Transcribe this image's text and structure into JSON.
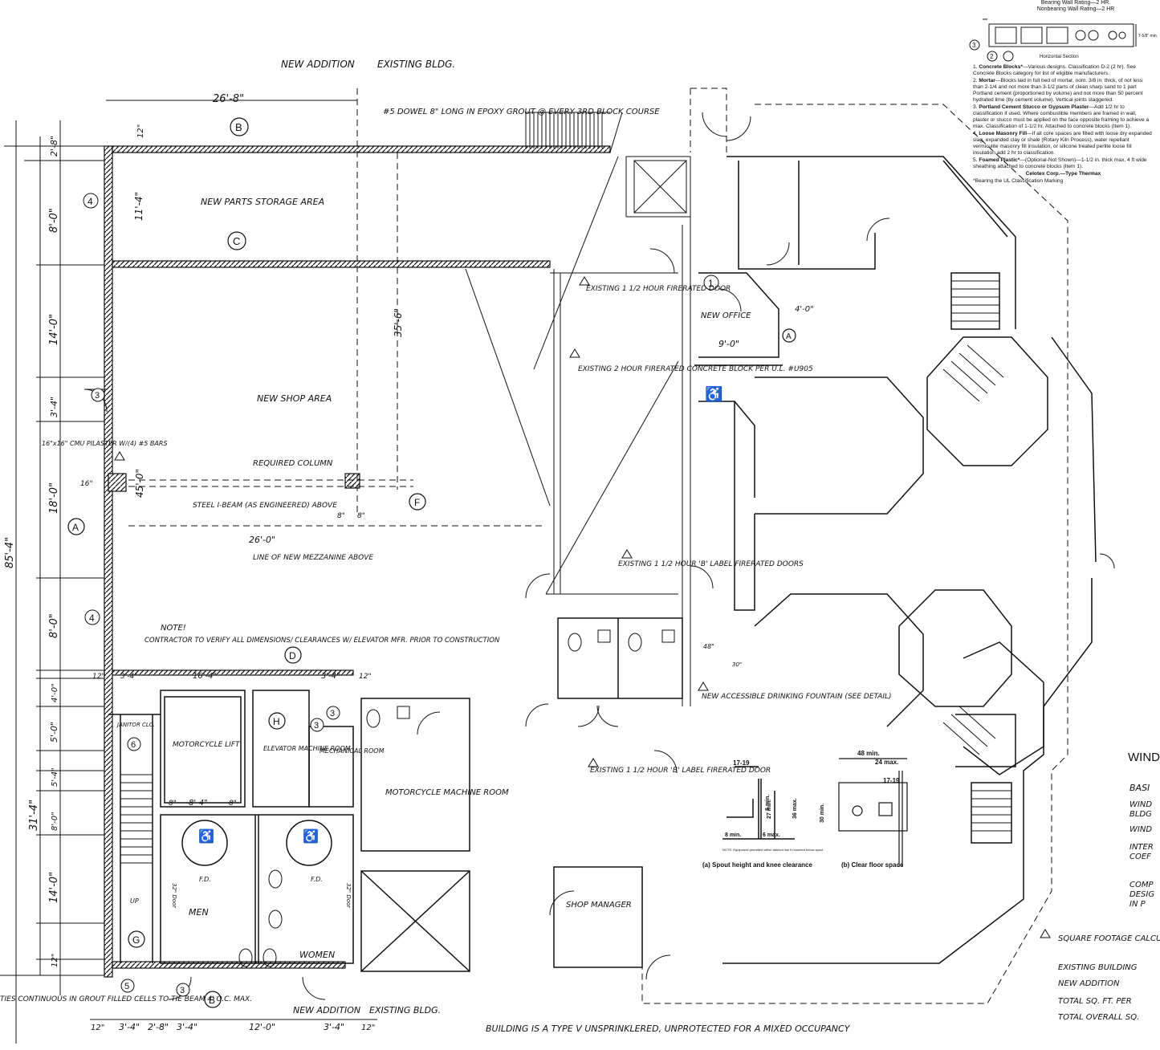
{
  "spec_header": {
    "rating_line_top": "Bearing Wall Rating—2 HR.",
    "rating_line": "Nonbearing Wall Rating—2 HR",
    "section_label": "Horizontal Section",
    "dim_label": "7-5/8\" min."
  },
  "spec_notes": [
    {
      "num": "1.",
      "title": "Concrete Blocks*",
      "text": "—Various designs. Classification D-2 (2 hr). See Concrete Blocks category for list of eligible manufacturers."
    },
    {
      "num": "2.",
      "title": "Mortar",
      "text": "—Blocks laid in full bed of mortar, nom. 3/8 in. thick, of not less than 2-1/4 and not more than 3-1/2 parts of clean sharp sand to 1 part Portland cement (proportioned by volume) and not more than 50 percent hydrated lime (by cement volume). Vertical joints staggered."
    },
    {
      "num": "3.",
      "title": "Portland Cement Stucco or Gypsum Plaster",
      "text": "—Add 1/2 hr to classification if used. Where combustible members are framed in wall, plaster or stucco must be applied on the face opposite framing to achieve a max. Classification of 1-1/2 hr. Attached to concrete blocks (Item 1)."
    },
    {
      "num": "4.",
      "title": "Loose Masonry Fill",
      "text": "—If all core spaces are filled with loose dry expanded slag, expanded clay or shale (Rotary Kiln Process), water repellant vermiculite masonry fill insulation, or silicone treated perlite loose fill insulation add 2 hr to classification."
    },
    {
      "num": "5.",
      "title": "Foamed Plastic*",
      "text": "—(Optional-Not Shown)—1-1/2 in. thick max, 4 ft wide sheathing attached to concrete blocks (Item 1)."
    }
  ],
  "spec_maker": "Celotex Corp.—Type Thermax",
  "spec_footnote": "*Bearing the UL Classification Marking",
  "labels": {
    "new_addition_top": "NEW ADDITION",
    "existing_bldg_top": "EXISTING BLDG.",
    "dowel_note": "#5 DOWEL 8\" LONG IN EPOXY GROUT @ EVERY 3RD BLOCK COURSE",
    "parts_storage": "NEW PARTS STORAGE AREA",
    "shop_area": "NEW SHOP AREA",
    "fire_door_1": "EXISTING 1 1/2 HOUR FIRERATED DOOR",
    "fire_wall": "EXISTING 2 HOUR FIRERATED CONCRETE BLOCK PER U.L. #U905",
    "new_office": "NEW OFFICE",
    "pilaster": "16\"x16\" CMU PILASTER W/(4) #5 BARS",
    "column": "REQUIRED COLUMN",
    "beam": "STEEL I-BEAM (AS ENGINEERED) ABOVE",
    "mezzanine": "LINE OF NEW MEZZANINE ABOVE",
    "fire_door_2": "EXISTING 1 1/2 HOUR 'B' LABEL FIRERATED DOORS",
    "note_title": "NOTE!",
    "note_body": "CONTRACTOR TO VERIFY ALL DIMENSIONS/ CLEARANCES W/ ELEVATOR MFR. PRIOR TO CONSTRUCTION",
    "janitor": "JANITOR CLO.",
    "lift": "MOTORCYCLE LIFT",
    "elev_room": "ELEVATOR MACHINE ROOM",
    "mech_room": "MECHANICAL ROOM",
    "machine_room": "MOTORCYCLE MACHINE ROOM",
    "fountain": "NEW ACCESSIBLE DRINKING FOUNTAIN (SEE DETAIL)",
    "fire_door_3": "EXISTING 1 1/2 HOUR 'B' LABEL FIRERATED DOOR",
    "shop_manager": "SHOP MANAGER",
    "men": "MEN",
    "women": "WOMEN",
    "new_addition_bot": "NEW ADDITION",
    "existing_bldg_bot": "EXISTING BLDG.",
    "notes_left": "TIES CONTINUOUS IN GROUT FILLED CELLS TO TIE BEAM 4' O.C. MAX.",
    "building_type": "BUILDING IS A TYPE V UNSPRINKLERED, UNPROTECTED FOR A MIXED OCCUPANCY",
    "fd1": "F.D.",
    "fd2": "F.D.",
    "up": "UP",
    "door32a": "32\" Door",
    "door32b": "32\" Door",
    "dim_48": "48\"",
    "dim_30a": "30\"",
    "sq_footage": "SQUARE FOOTAGE CALCULATIONS",
    "existing_building": "EXISTING BUILDING",
    "new_addition_sq": "NEW ADDITION",
    "total_sq": "TOTAL SQ. FT. PER",
    "total_overall": "TOTAL OVERALL SQ.",
    "wind": "WIND",
    "basic": "BASI",
    "wind2": "WIND",
    "bldg": "BLDG",
    "wind3": "WIND",
    "intern": "INTER",
    "coef": "COEF",
    "comp": "COMP",
    "desig": "DESIG",
    "in_p": "IN P"
  },
  "fountain_detail": {
    "caption_a": "(a) Spout height and knee clearance",
    "caption_b": "(b) Clear floor space",
    "d_17_19a": "17-19",
    "d_27min": "27 min.",
    "d_36max": "36 max.",
    "d_8min": "8 min.",
    "d_8min2": "8 min.",
    "d_6max": "6 max.",
    "d_48min": "48 min.",
    "d_24max": "24 max.",
    "d_17_19b": "17-19",
    "d_30min": "30 min.",
    "note": "NOTE: Equipment permitted within dashed line if mounted below spout"
  },
  "dims": {
    "top_26_8": "26'-8\"",
    "top_12": "12\"",
    "l_2_8": "2'-8\"",
    "l_8_0": "8'-0\"",
    "l_14_0": "14'-0\"",
    "l_3_4": "3'-4\"",
    "l_18_0": "18'-0\"",
    "l_8_0b": "8'-0\"",
    "l_4_0": "4'-0\"",
    "l_5_0": "5'-0\"",
    "l_5_4": "5'-4\"",
    "l_8_0c": "8'-0\"",
    "l_14_0b": "14'-0\"",
    "l_12": "12\"",
    "far_85_4": "85'-4\"",
    "far_31_4": "31'-4\"",
    "in_11_4": "11'-4\"",
    "in_45_0": "45'-0\"",
    "in_35_6": "35'-6\"",
    "in_26_0": "26'-0\"",
    "in_16_4": "16'-4\"",
    "in_3_4a": "3'-4\"",
    "in_3_4b": "3'-4\"",
    "in_12a": "12\"",
    "in_12b": "12\"",
    "in_8_4": "8'-4\"",
    "in_8a": "8\"",
    "in_8b": "8\"",
    "office_9_0": "9'-0\"",
    "office_4_0": "4'-0\"",
    "bot_12a": "12\"",
    "bot_3_4a": "3'-4\"",
    "bot_2_8": "2'-8\"",
    "bot_3_4b": "3'-4\"",
    "bot_12_0": "12'-0\"",
    "bot_3_4c": "3'-4\"",
    "bot_12b": "12\"",
    "pil_16": "16\"",
    "col_8": "8\"",
    "col_8b": "8\""
  },
  "grid_markers": {
    "B_top": "B",
    "C": "C",
    "A_left": "A",
    "F": "F",
    "D": "D",
    "H": "H",
    "G": "G",
    "B_bot": "B",
    "A_office": "A"
  },
  "keys": {
    "k4a": "4",
    "k3a": "3",
    "k4b": "4",
    "k1": "1",
    "k6": "6",
    "k3b": "3",
    "k3c": "3",
    "k5": "5",
    "k3d": "3",
    "k2": "2",
    "k3e": "3"
  }
}
